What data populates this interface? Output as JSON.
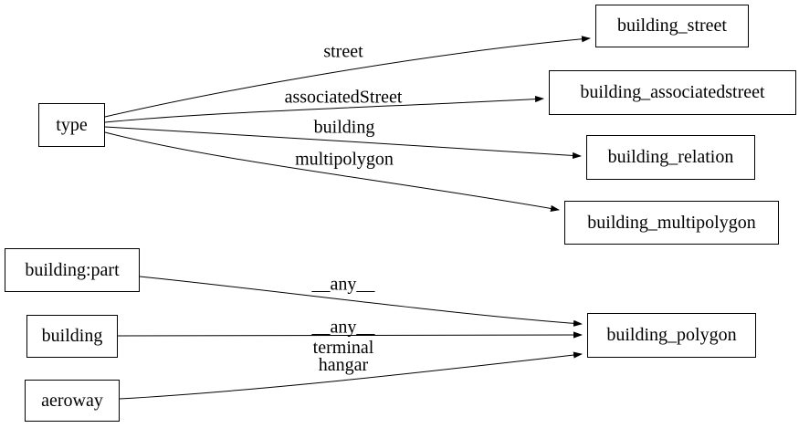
{
  "diagram": {
    "background_color": "#ffffff",
    "line_color": "#000000",
    "text_color": "#000000",
    "nodes": {
      "type": {
        "label": "type"
      },
      "building_street": {
        "label": "building_street"
      },
      "building_associatedstreet": {
        "label": "building_associatedstreet"
      },
      "building_relation": {
        "label": "building_relation"
      },
      "building_multipolygon": {
        "label": "building_multipolygon"
      },
      "building_part": {
        "label": "building:part"
      },
      "building": {
        "label": "building"
      },
      "aeroway": {
        "label": "aeroway"
      },
      "building_polygon": {
        "label": "building_polygon"
      }
    },
    "edges": [
      {
        "from": "type",
        "to": "building_street",
        "label": "street"
      },
      {
        "from": "type",
        "to": "building_associatedstreet",
        "label": "associatedStreet"
      },
      {
        "from": "type",
        "to": "building_relation",
        "label": "building"
      },
      {
        "from": "type",
        "to": "building_multipolygon",
        "label": "multipolygon"
      },
      {
        "from": "building:part",
        "to": "building_polygon",
        "label": "__any__"
      },
      {
        "from": "building",
        "to": "building_polygon",
        "label": "__any__"
      },
      {
        "from": "aeroway",
        "to": "building_polygon",
        "label": "terminal\nhangar"
      }
    ]
  }
}
